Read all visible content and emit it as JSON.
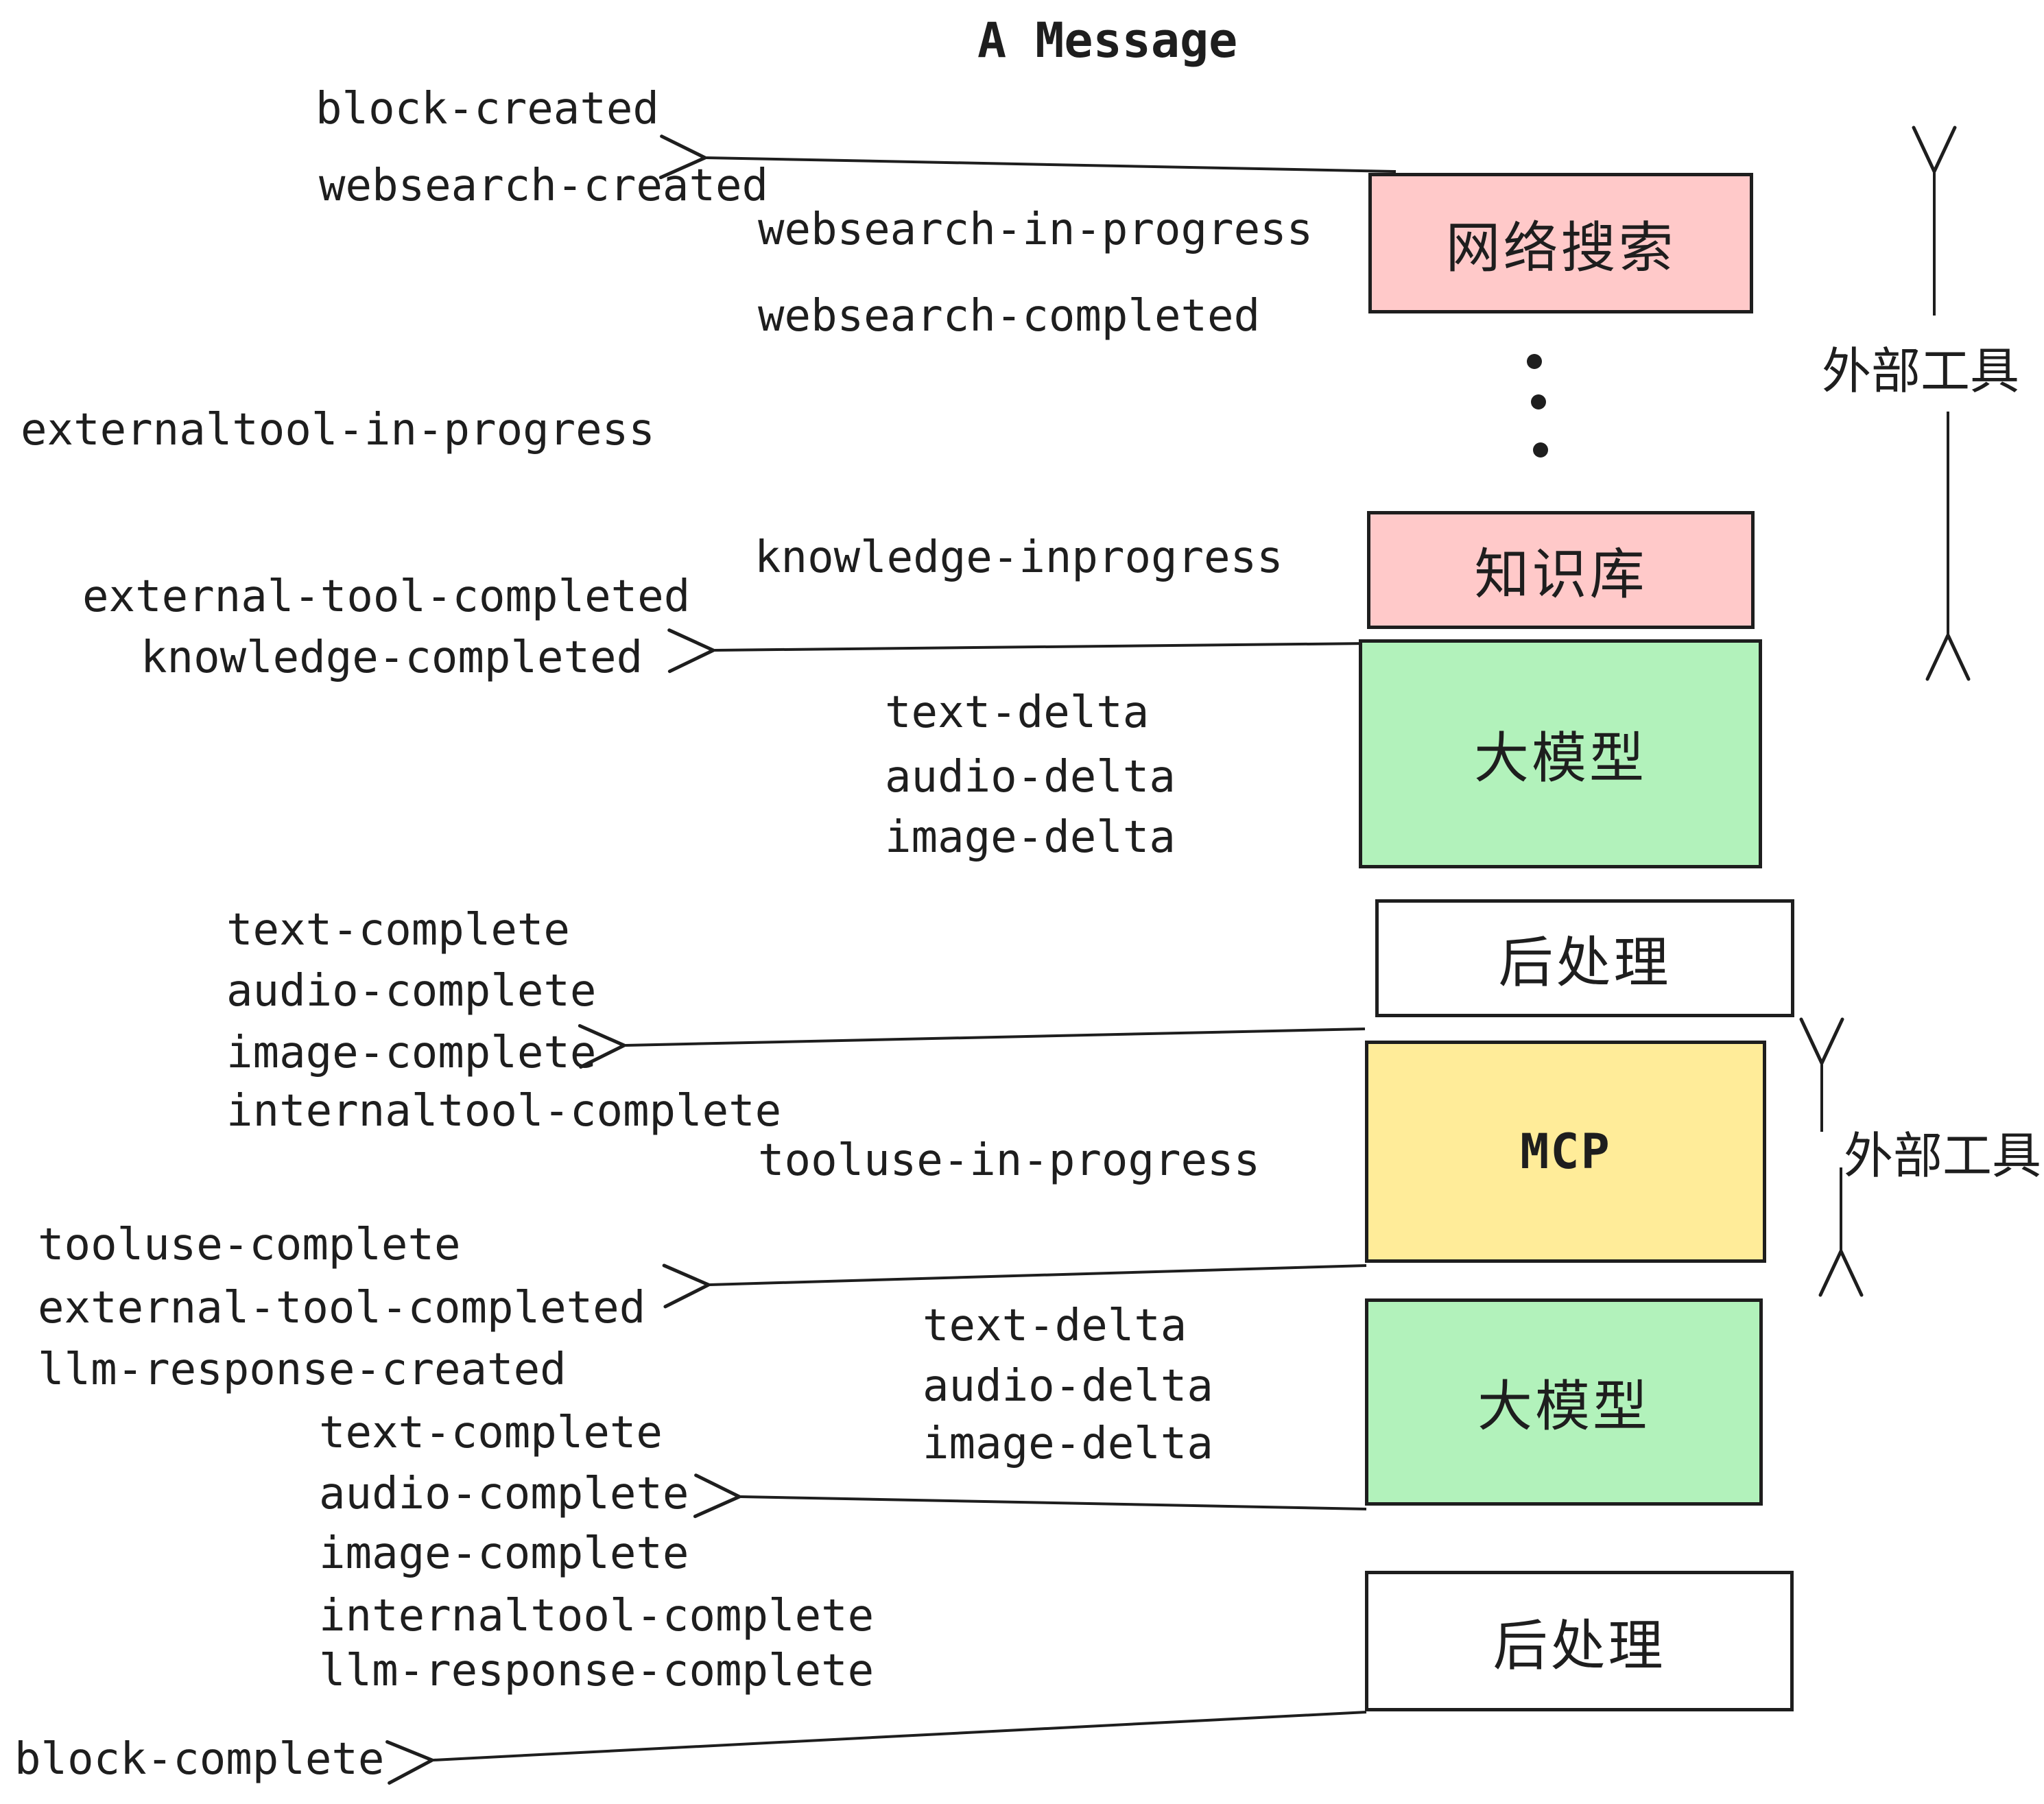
{
  "title": "A Message",
  "colors": {
    "ink": "#1e1e1e",
    "external_tool_box": "#ffc9c9",
    "llm_box": "#b2f2bb",
    "mcp_box": "#ffec99",
    "post_process_box": "#ffffff",
    "background": "#ffffff"
  },
  "boxes": [
    {
      "id": "web-search",
      "label": "网络搜索",
      "fill": "#ffc9c9"
    },
    {
      "id": "knowledge-base",
      "label": "知识库",
      "fill": "#ffc9c9"
    },
    {
      "id": "llm-1",
      "label": "大模型",
      "fill": "#b2f2bb"
    },
    {
      "id": "post-process-1",
      "label": "后处理",
      "fill": "#ffffff"
    },
    {
      "id": "mcp",
      "label": "MCP",
      "fill": "#ffec99"
    },
    {
      "id": "llm-2",
      "label": "大模型",
      "fill": "#b2f2bb"
    },
    {
      "id": "post-process-2",
      "label": "后处理",
      "fill": "#ffffff"
    }
  ],
  "side_annotations": [
    {
      "id": "external-tools-top",
      "label": "外部工具"
    },
    {
      "id": "external-tools-mid",
      "label": "外部工具"
    }
  ],
  "events": {
    "block_created": "block-created",
    "websearch_created": "websearch-created",
    "websearch_in_progress": "websearch-in-progress",
    "websearch_completed": "websearch-completed",
    "externaltool_in_progress": "externaltool-in-progress",
    "knowledge_inprogress": "knowledge-inprogress",
    "external_tool_completed_1": "external-tool-completed",
    "knowledge_completed": "knowledge-completed",
    "text_delta_1": "text-delta",
    "audio_delta_1": "audio-delta",
    "image_delta_1": "image-delta",
    "text_complete_1": "text-complete",
    "audio_complete_1": "audio-complete",
    "image_complete_1": "image-complete",
    "internaltool_complete_1": "internaltool-complete",
    "tooluse_in_progress": "tooluse-in-progress",
    "tooluse_complete": "tooluse-complete",
    "external_tool_completed_2": "external-tool-completed",
    "llm_response_created": "llm-response-created",
    "text_delta_2": "text-delta",
    "audio_delta_2": "audio-delta",
    "image_delta_2": "image-delta",
    "text_complete_2": "text-complete",
    "audio_complete_2": "audio-complete",
    "image_complete_2": "image-complete",
    "internaltool_complete_2": "internaltool-complete",
    "llm_response_complete": "llm-response-complete",
    "block_complete": "block-complete"
  }
}
